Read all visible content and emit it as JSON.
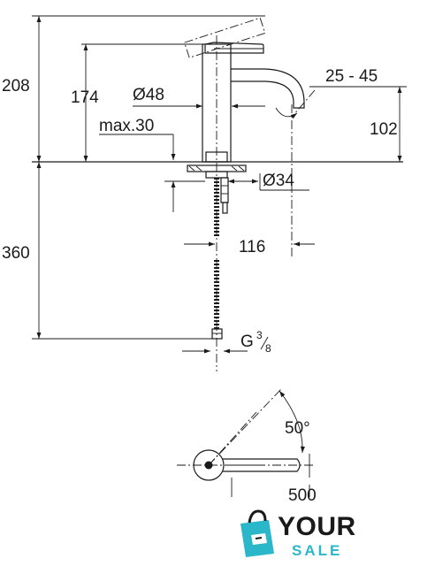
{
  "dimensions": {
    "total_height": "208",
    "spout_height": "174",
    "body_diameter": "Ø48",
    "max_deck": "max.30",
    "flow_angle": "25 - 45",
    "outlet_height": "102",
    "base_diameter": "Ø34",
    "reach": "116",
    "hose_length": "360",
    "thread_g": "G",
    "thread_num": "3",
    "thread_den": "8",
    "lever_angle": "50°",
    "lever_reach": "500"
  },
  "watermark": {
    "word_1": "YOUR",
    "word_2": "SALE",
    "accent": "#2ab7c9"
  }
}
